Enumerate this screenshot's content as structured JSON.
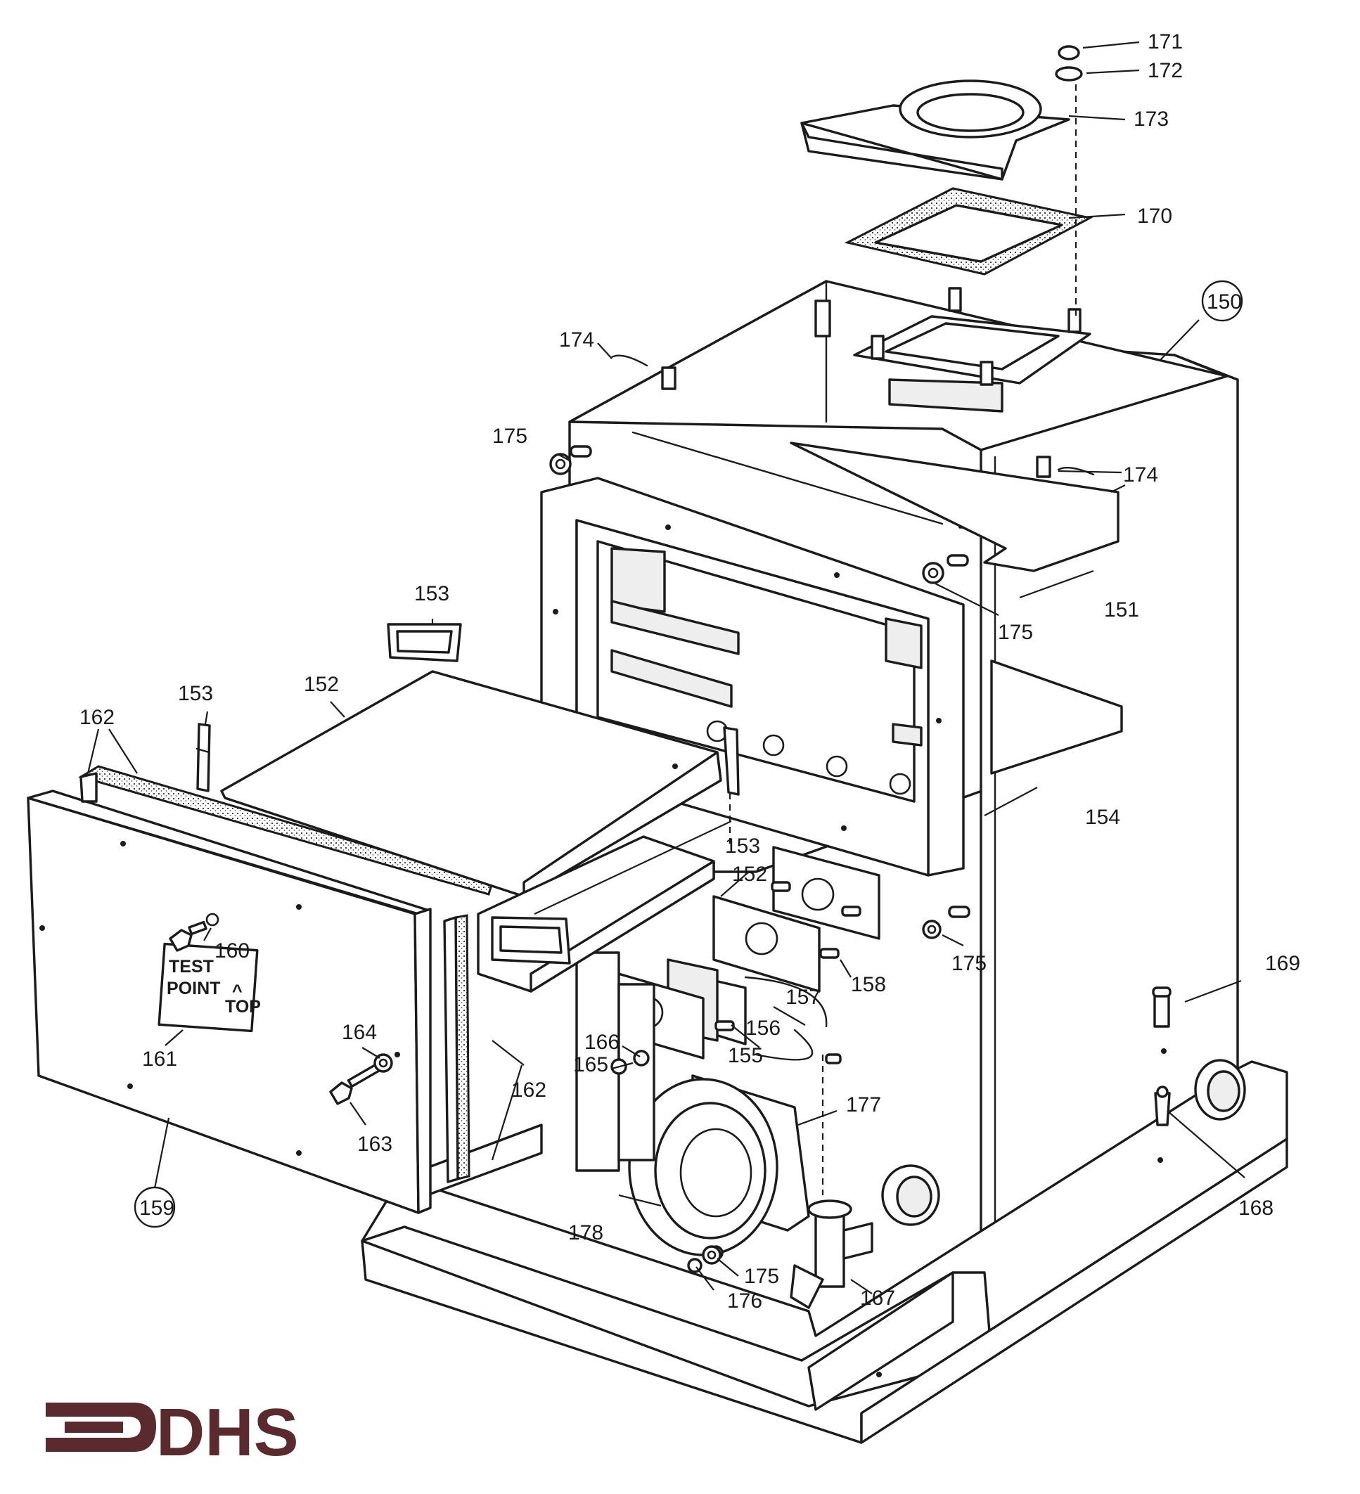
{
  "diagram": {
    "callouts": {
      "c150": "150",
      "c151": "151",
      "c152a": "152",
      "c152b": "152",
      "c153a": "153",
      "c153b": "153",
      "c153c": "153",
      "c154": "154",
      "c155": "155",
      "c156": "156",
      "c157": "157",
      "c158": "158",
      "c159": "159",
      "c160": "160",
      "c161": "161",
      "c162a": "162",
      "c162b": "162",
      "c163": "163",
      "c164": "164",
      "c165": "165",
      "c166": "166",
      "c167": "167",
      "c168": "168",
      "c169": "169",
      "c170": "170",
      "c171": "171",
      "c172": "172",
      "c173": "173",
      "c174a": "174",
      "c174b": "174",
      "c175a": "175",
      "c175b": "175",
      "c175c": "175",
      "c175d": "175",
      "c176": "176",
      "c177": "177",
      "c178": "178"
    },
    "plate": {
      "line1": "TEST",
      "line2": "POINT",
      "caret": "^",
      "top": "TOP"
    }
  },
  "logo": {
    "text": "DHS",
    "color": "#5a2a2e"
  }
}
